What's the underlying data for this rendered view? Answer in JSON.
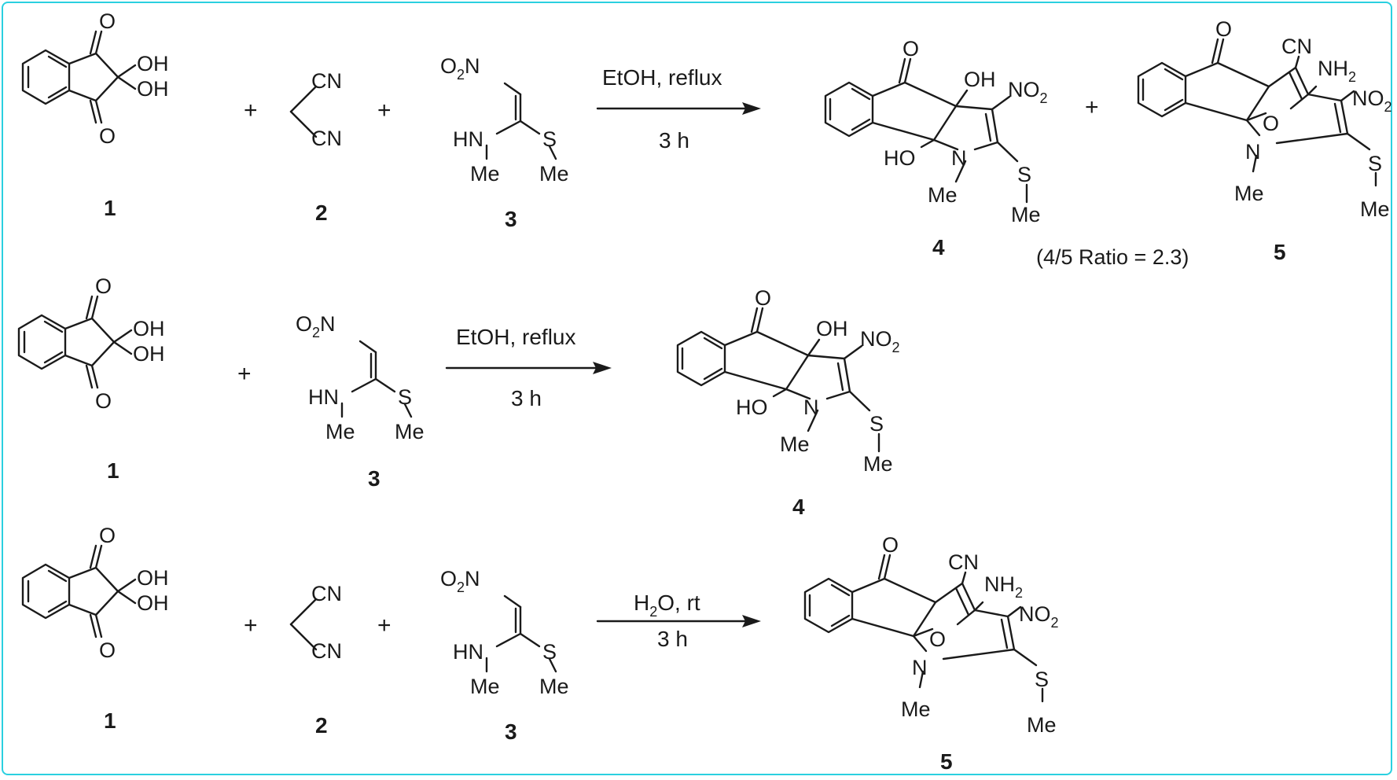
{
  "rows": [
    {
      "reactant_labels": [
        "1",
        "2",
        "3"
      ],
      "conditions_top": "EtOH, reflux",
      "conditions_bottom": "3 h",
      "product_labels": [
        "4",
        "5"
      ],
      "ratio_note": "(4/5 Ratio = 2.3)"
    },
    {
      "reactant_labels": [
        "1",
        "3"
      ],
      "conditions_top": "EtOH, reflux",
      "conditions_bottom": "3 h",
      "product_labels": [
        "4"
      ]
    },
    {
      "reactant_labels": [
        "1",
        "2",
        "3"
      ],
      "conditions_top": "H2O, rt",
      "conditions_bottom": "3 h",
      "product_labels": [
        "5"
      ]
    }
  ],
  "atoms": {
    "O": "O",
    "OH": "OH",
    "HO": "HO",
    "CN": "CN",
    "N": "N",
    "NH": "HN",
    "S": "S",
    "Me": "Me",
    "NO2": "NO",
    "NO2_sub": "2",
    "O2N": "O",
    "O2N_sub": "2",
    "O2N_tail": "N",
    "NH2": "NH",
    "NH2_sub": "2",
    "plus": "+"
  },
  "colors": {
    "frame": "#2ad0e0",
    "ink": "#1a1a1a"
  }
}
